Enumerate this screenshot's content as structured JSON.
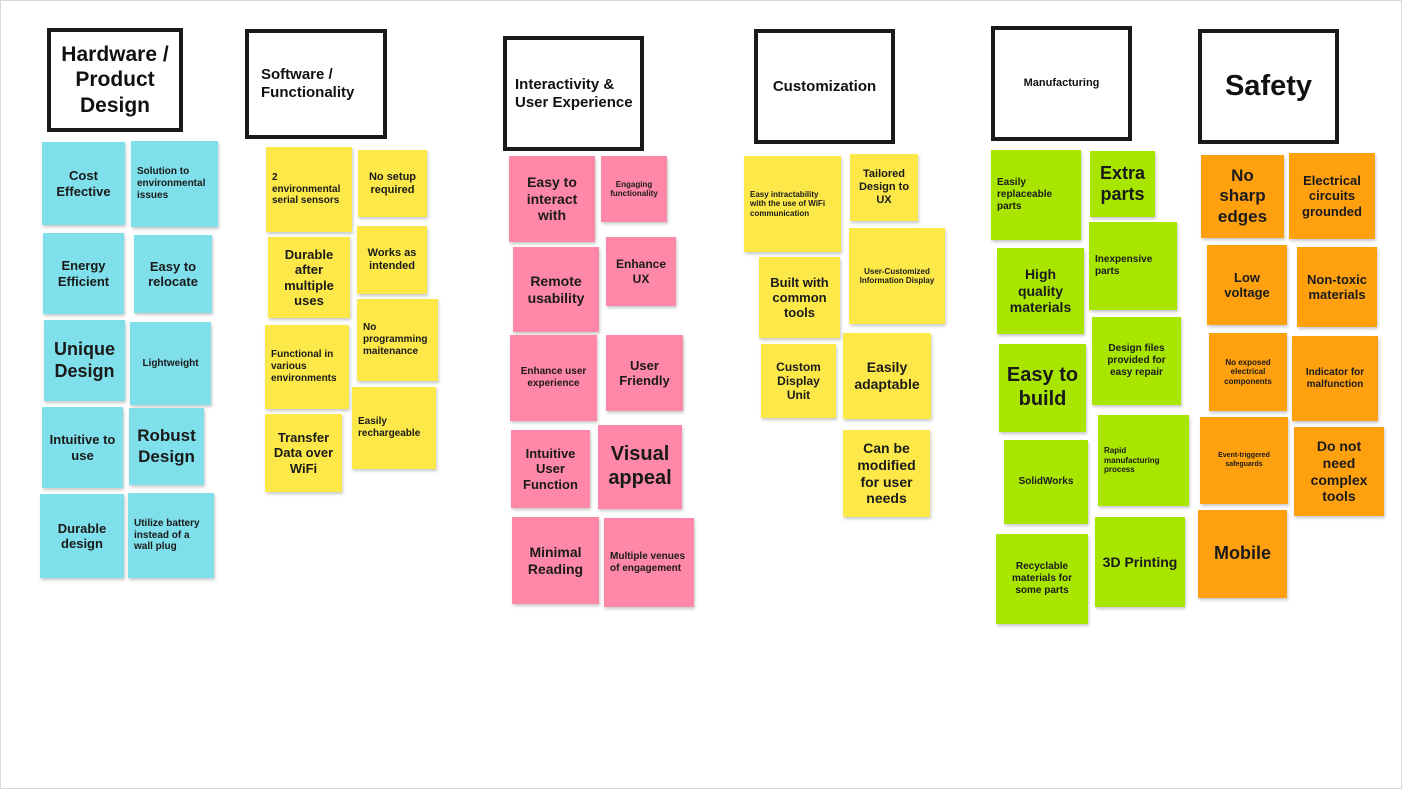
{
  "colors": {
    "blue": "#7fdfeb",
    "yellow": "#fde84a",
    "pink": "#ff88a9",
    "green": "#a8e600",
    "orange": "#ffa00f",
    "header_border": "#1a1a1a"
  },
  "headers": {
    "hardware": "Hardware / Product Design",
    "software": "Software / Functionality",
    "interactivity": "Interactivity & User Experience",
    "customization": "Customization",
    "manufacturing": "Manufacturing",
    "safety": "Safety"
  },
  "notes": {
    "hardware": {
      "cost_effective": "Cost Effective",
      "environmental": "Solution to environmental issues",
      "energy_efficient": "Energy Efficient",
      "easy_relocate": "Easy to relocate",
      "unique_design": "Unique Design",
      "lightweight": "Lightweight",
      "intuitive_use": "Intuitive to use",
      "robust_design": "Robust Design",
      "durable_design": "Durable design",
      "battery": "Utilize battery instead of a wall plug"
    },
    "software": {
      "serial_sensors": "2 environmental serial sensors",
      "no_setup": "No setup required",
      "durable_uses": "Durable after multiple uses",
      "works_intended": "Works as intended",
      "no_programming": "No programming maitenance",
      "various_env": "Functional in various environments",
      "rechargeable": "Easily rechargeable",
      "wifi_transfer": "Transfer Data over WiFi"
    },
    "interactivity": {
      "easy_interact": "Easy to interact with",
      "engaging": "Engaging functionality",
      "remote": "Remote usability",
      "enhance_ux": "Enhance UX",
      "enhance_experience": "Enhance user experience",
      "user_friendly": "User Friendly",
      "intuitive_function": "Intuitive User Function",
      "visual_appeal": "Visual appeal",
      "minimal_reading": "Minimal Reading",
      "multiple_venues": "Multiple venues of engagement"
    },
    "customization": {
      "wifi_interact": "Easy intractability with the use of WiFi communication",
      "tailored": "Tailored Design to UX",
      "common_tools": "Built with common tools",
      "user_display": "User-Customized Information Display",
      "custom_display": "Custom Display Unit",
      "adaptable": "Easily adaptable",
      "modified": "Can be modified for user needs"
    },
    "manufacturing": {
      "replaceable": "Easily replaceable parts",
      "extra_parts": "Extra parts",
      "quality": "High quality materials",
      "inexpensive": "Inexpensive parts",
      "easy_build": "Easy to build",
      "design_files": "Design files provided for easy repair",
      "solidworks": "SolidWorks",
      "rapid": "Rapid manufacturing process",
      "recyclable": "Recyclable materials for some parts",
      "printing": "3D Printing"
    },
    "safety": {
      "no_sharp": "No sharp edges",
      "grounded": "Electrical circuits grounded",
      "low_voltage": "Low voltage",
      "non_toxic": "Non-toxic materials",
      "no_exposed": "No exposed electrical components",
      "indicator": "Indicator for malfunction",
      "safeguards": "Event-triggered safeguards",
      "complex_tools": "Do not need complex tools",
      "mobile": "Mobile"
    }
  }
}
